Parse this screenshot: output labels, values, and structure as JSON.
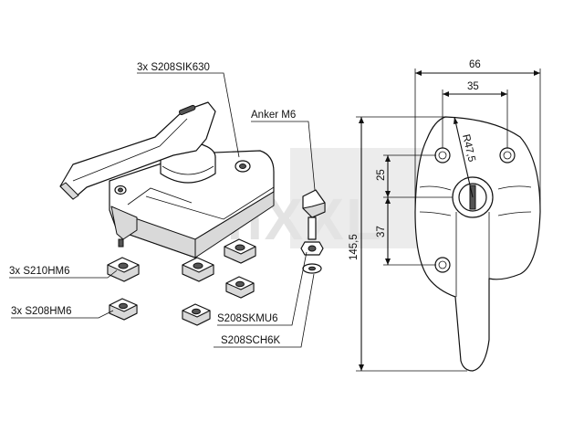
{
  "watermark": {
    "text": "techXXL"
  },
  "labels": {
    "screws_top": "3x S208SIK630",
    "anchor": "Anker M6",
    "nuts_large": "3x S210HM6",
    "nuts_small": "3x S208HM6",
    "nut_mu": "S208SKMU6",
    "washer": "S208SCH6K"
  },
  "dimensions": {
    "overall_width": "66",
    "hole_spacing": "35",
    "radius": "R47,5",
    "upper_offset": "25",
    "lower_offset": "37",
    "overall_height": "145,5"
  },
  "colors": {
    "line": "#111111",
    "watermark": "#e3e3e3",
    "part_shade": "#d9d9d9"
  }
}
